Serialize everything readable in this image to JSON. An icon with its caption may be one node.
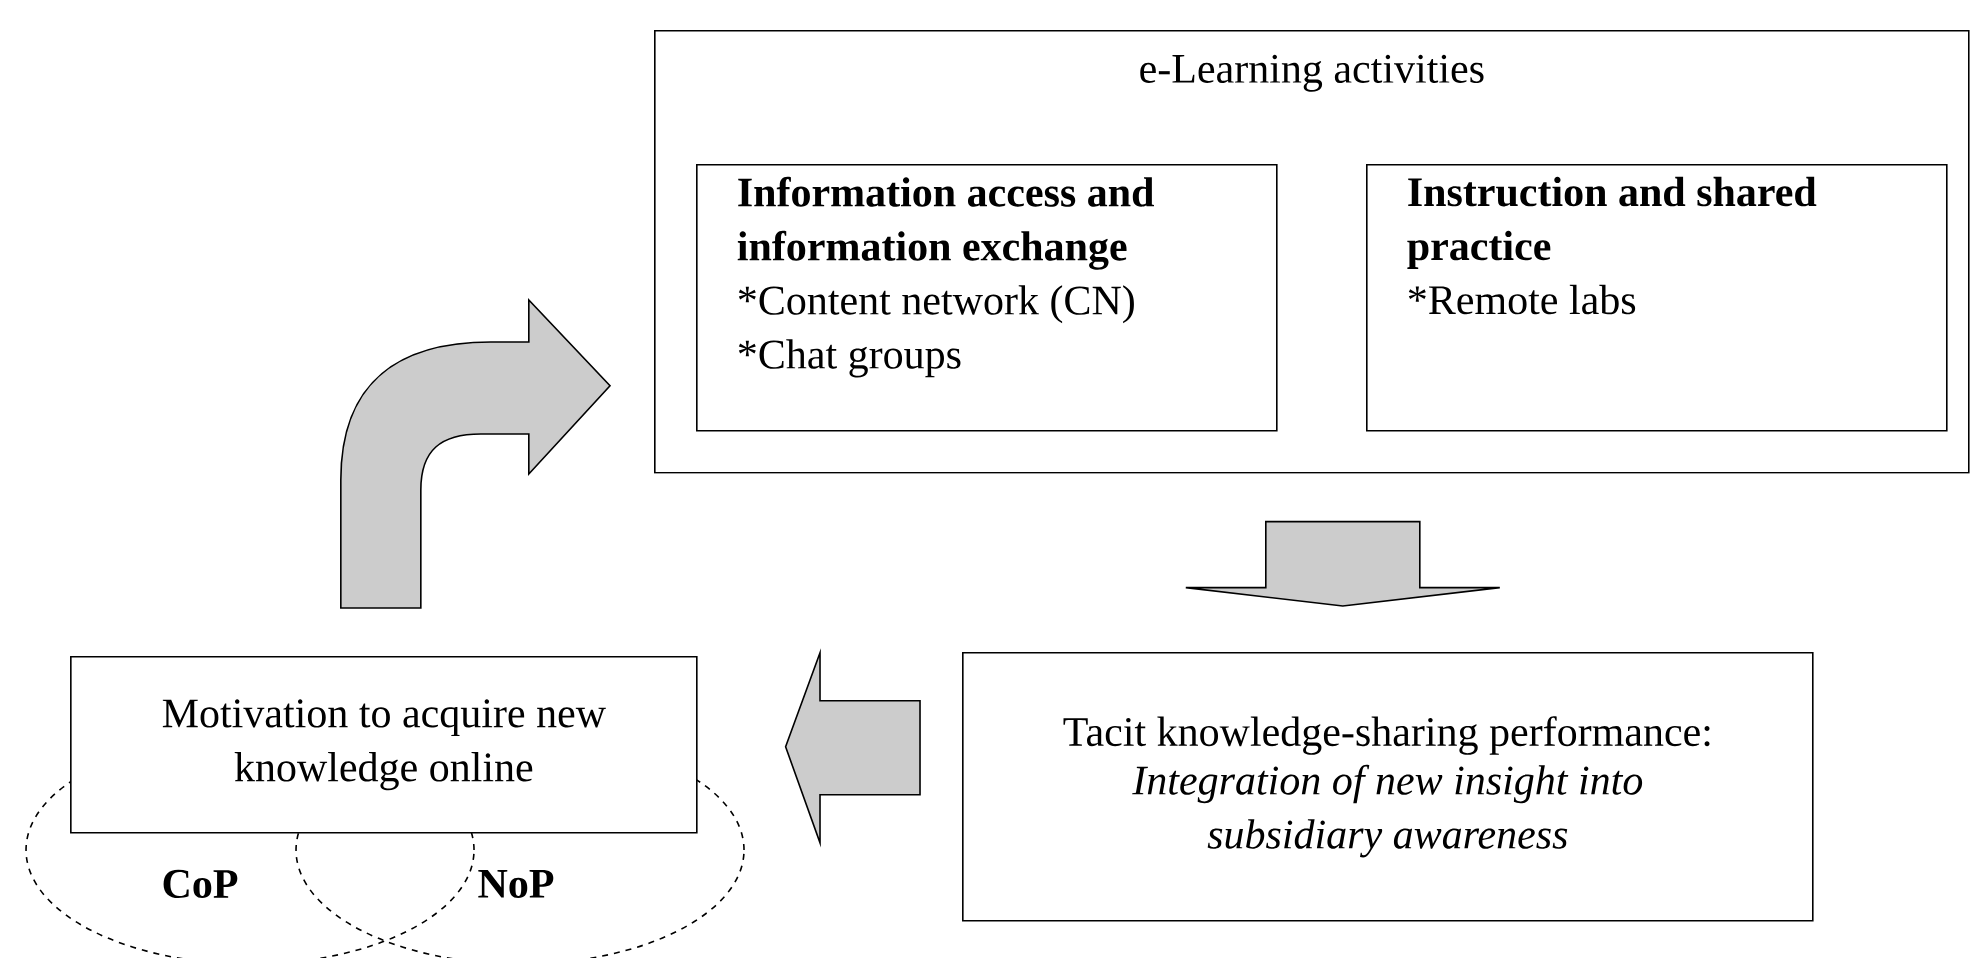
{
  "diagram": {
    "nodes": [
      {
        "text": [
          "e-Learning activities"
        ]
      },
      {
        "text": [
          "Information access and information exchange",
          "*Content network (CN)",
          "*Chat groups"
        ],
        "in": 0
      },
      {
        "text": [
          "Instruction and shared practice",
          "*Remote labs"
        ],
        "in": 0
      },
      {
        "text": [
          "Tacit knowledge-sharing performance:",
          "Integration of new insight into subsidiary awareness"
        ]
      },
      {
        "text": [
          "Motivation to acquire new knowledge online"
        ]
      },
      {
        "text": [
          "CoP"
        ]
      },
      {
        "text": [
          "NoP"
        ]
      }
    ],
    "edges": [
      {
        "from": 4,
        "to": 0,
        "arrow": "to"
      },
      {
        "from": 0,
        "to": 3,
        "arrow": "to"
      },
      {
        "from": 3,
        "to": 4,
        "arrow": "to"
      }
    ]
  }
}
